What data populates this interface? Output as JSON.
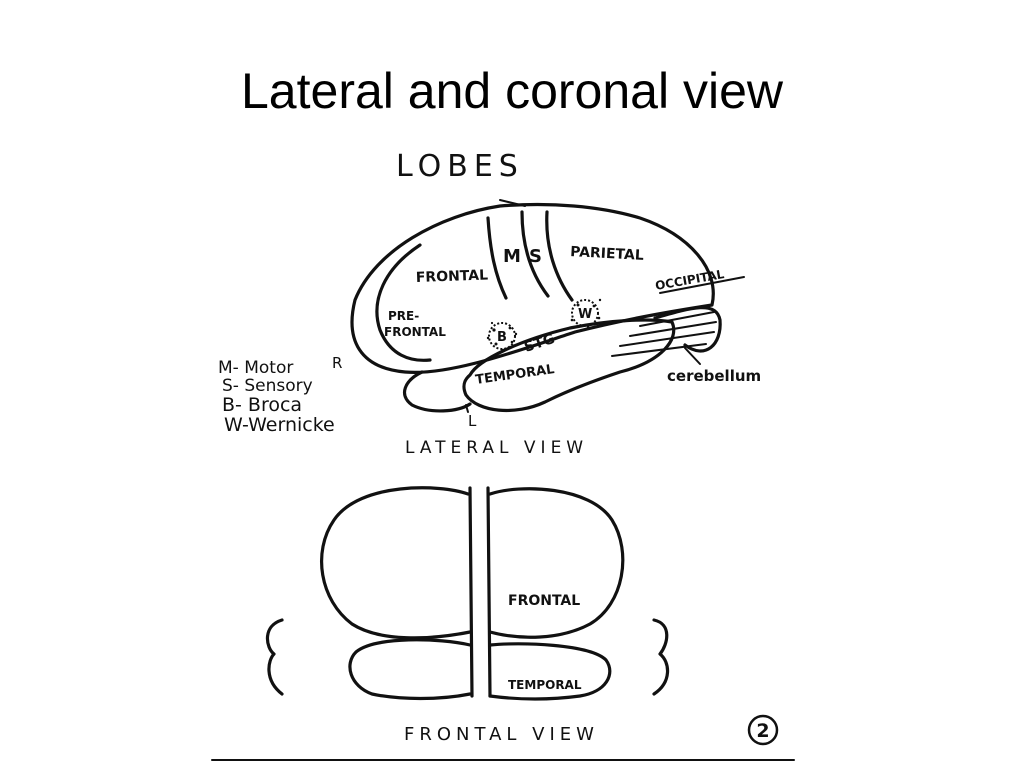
{
  "slide": {
    "title": "Lateral and coronal view",
    "page_number": "2"
  },
  "lateral_view": {
    "heading": "LOBES",
    "caption": "LATERAL VIEW",
    "side_right": "R",
    "side_left": "L",
    "labels": {
      "frontal": "FRONTAL",
      "prefrontal_1": "PRE-",
      "prefrontal_2": "FRONTAL",
      "motor": "M",
      "sensory": "S",
      "parietal": "PARIETAL",
      "occipital": "OCCIPITAL",
      "broca": "B",
      "wernicke": "W",
      "stg": "STG",
      "temporal": "TEMPORAL",
      "cerebellum": "cerebellum"
    },
    "legend": [
      "M- Motor",
      "S- Sensory",
      "B- Broca",
      "W-Wernicke"
    ]
  },
  "frontal_view": {
    "caption": "FRONTAL VIEW",
    "labels": {
      "frontal": "FRONTAL",
      "temporal": "TEMPORAL"
    }
  }
}
